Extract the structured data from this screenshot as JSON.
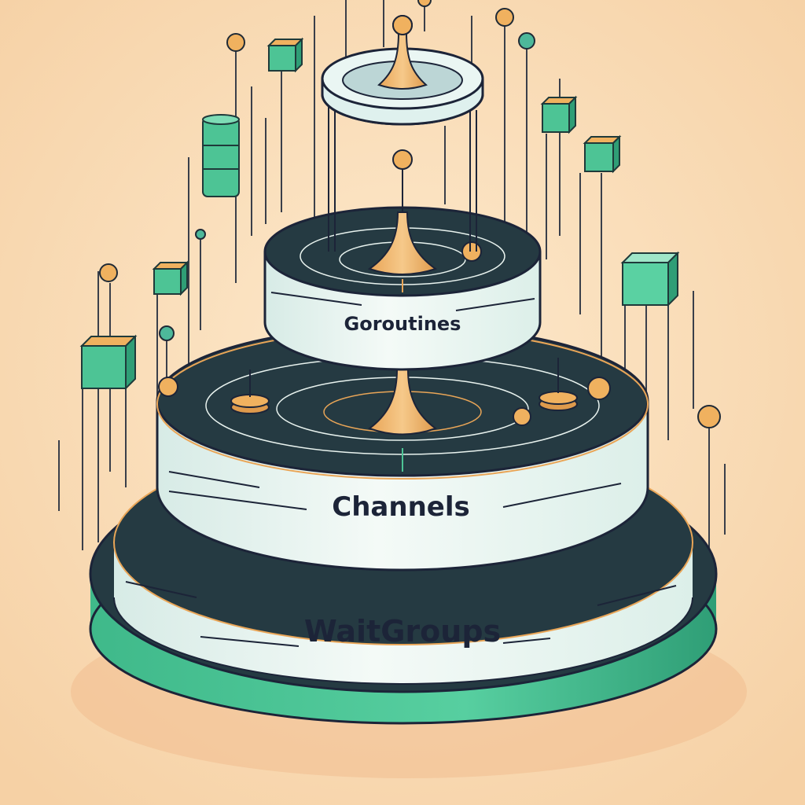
{
  "tiers": [
    {
      "label": "Goroutines"
    },
    {
      "label": "Channels"
    },
    {
      "label": "WaitGroups"
    }
  ],
  "colors": {
    "background": "#f8dcb6",
    "dark_top": "#253a42",
    "band": "#e9f3ef",
    "green": "#4dc495",
    "orange": "#f0b15f",
    "ink": "#1c2438"
  },
  "icons": [
    "orb-icon",
    "cube-icon",
    "cylinder-stack-icon",
    "spindle-icon",
    "ring-icon",
    "disk-token-icon"
  ]
}
